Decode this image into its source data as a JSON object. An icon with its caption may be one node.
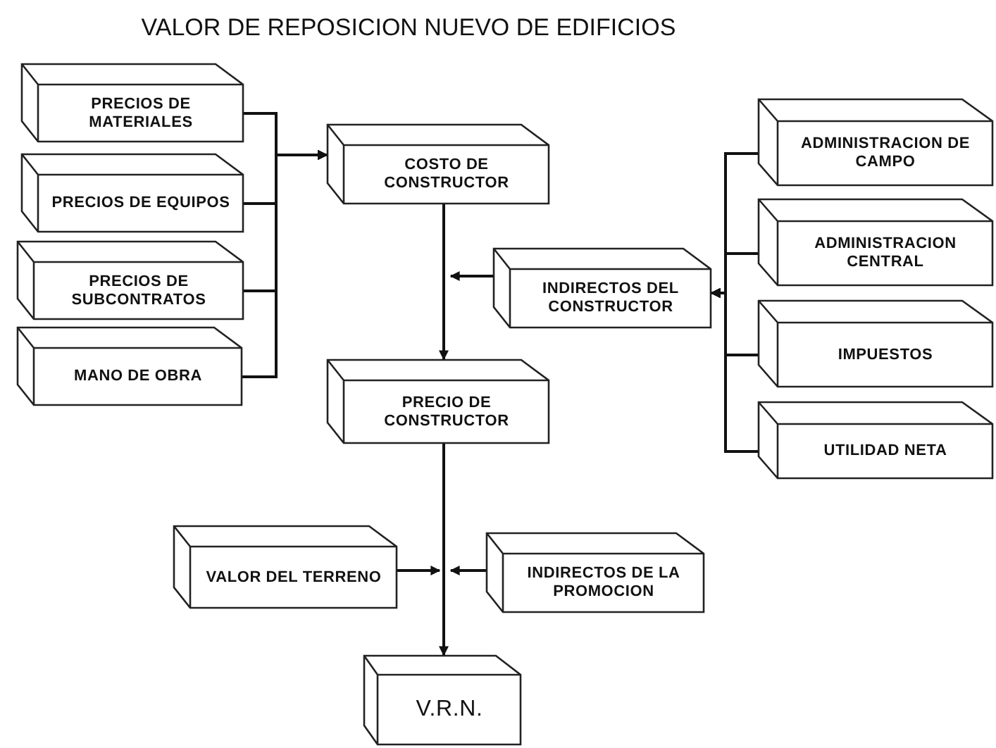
{
  "diagram": {
    "title": "VALOR DE REPOSICION NUEVO DE EDIFICIOS",
    "nodes": [
      {
        "text": [
          "PRECIOS DE MATERIALES"
        ]
      },
      {
        "text": [
          "PRECIOS DE EQUIPOS"
        ]
      },
      {
        "text": [
          "PRECIOS DE SUBCONTRATOS"
        ]
      },
      {
        "text": [
          "MANO DE OBRA"
        ]
      },
      {
        "text": [
          "COSTO DE CONSTRUCTOR"
        ]
      },
      {
        "text": [
          "INDIRECTOS DEL CONSTRUCTOR"
        ]
      },
      {
        "text": [
          "ADMINISTRACION DE CAMPO"
        ]
      },
      {
        "text": [
          "ADMINISTRACION CENTRAL"
        ]
      },
      {
        "text": [
          "IMPUESTOS"
        ]
      },
      {
        "text": [
          "UTILIDAD NETA"
        ]
      },
      {
        "text": [
          "PRECIO DE CONSTRUCTOR"
        ]
      },
      {
        "text": [
          "VALOR DEL TERRENO"
        ]
      },
      {
        "text": [
          "INDIRECTOS DE LA PROMOCION"
        ]
      },
      {
        "text": [
          "V.R.N."
        ]
      }
    ],
    "edges": [
      {
        "from": 0,
        "to": 4,
        "arrow": "to"
      },
      {
        "from": 1,
        "to": 4,
        "arrow": "to"
      },
      {
        "from": 2,
        "to": 4,
        "arrow": "to"
      },
      {
        "from": 3,
        "to": 4,
        "arrow": "to"
      },
      {
        "from": 5,
        "to": null,
        "arrow": "to"
      },
      {
        "from": 6,
        "to": 5,
        "arrow": "to"
      },
      {
        "from": 7,
        "to": 5,
        "arrow": "to"
      },
      {
        "from": 8,
        "to": 5,
        "arrow": "to"
      },
      {
        "from": 9,
        "to": 5,
        "arrow": "to"
      },
      {
        "from": 4,
        "to": 10,
        "arrow": "to"
      },
      {
        "from": 10,
        "to": 13,
        "arrow": "to"
      },
      {
        "from": 11,
        "to": null,
        "arrow": "to"
      },
      {
        "from": 12,
        "to": null,
        "arrow": "to"
      }
    ]
  }
}
